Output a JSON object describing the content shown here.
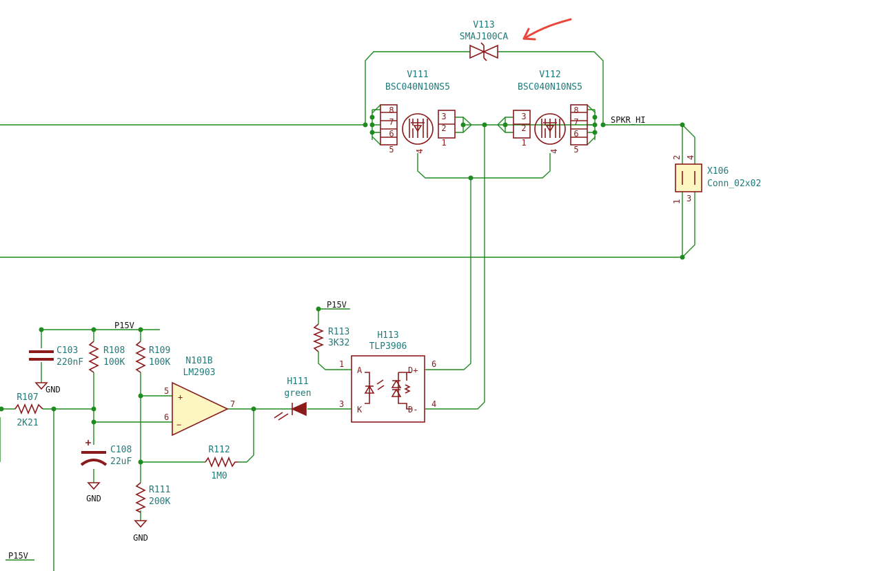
{
  "components": {
    "v113": {
      "ref": "V113",
      "value": "SMAJ100CA"
    },
    "v111": {
      "ref": "V111",
      "value": "BSC040N10NS5"
    },
    "v112": {
      "ref": "V112",
      "value": "BSC040N10NS5"
    },
    "x106": {
      "ref": "X106",
      "value": "Conn_02x02"
    },
    "h113": {
      "ref": "H113",
      "value": "TLP3906"
    },
    "h111": {
      "ref": "H111",
      "value": "green"
    },
    "r113": {
      "ref": "R113",
      "value": "3K32"
    },
    "r107": {
      "ref": "R107",
      "value": "2K21"
    },
    "r108": {
      "ref": "R108",
      "value": "100K"
    },
    "r109": {
      "ref": "R109",
      "value": "100K"
    },
    "r111": {
      "ref": "R111",
      "value": "200K"
    },
    "r112": {
      "ref": "R112",
      "value": "1M0"
    },
    "c103": {
      "ref": "C103",
      "value": "220nF"
    },
    "c108": {
      "ref": "C108",
      "value": "22uF"
    },
    "n101b": {
      "ref": "N101B",
      "value": "LM2903"
    }
  },
  "nets": {
    "spkr_hi": "SPKR_HI",
    "p15v_a": "P15V",
    "p15v_b": "P15V",
    "p15v_c": "P15V",
    "gnd_c103": "GND",
    "gnd_c108": "GND",
    "gnd_r111": "GND"
  },
  "pins": {
    "v111": [
      "8",
      "7",
      "6",
      "5",
      "3",
      "2",
      "1",
      "4"
    ],
    "v112": [
      "3",
      "2",
      "1",
      "8",
      "7",
      "6",
      "5",
      "4"
    ],
    "x106": [
      "2",
      "4",
      "1",
      "3"
    ],
    "h113": [
      "1",
      "3",
      "6",
      "4",
      "A",
      "K",
      "D+",
      "D-"
    ],
    "n101b": [
      "5",
      "6",
      "7",
      "+",
      "−"
    ]
  },
  "annotation": {
    "arrow_color": "#e8473a"
  },
  "colors": {
    "wire": "#1f8a1f",
    "symbol": "#8b1a1a",
    "reference": "#1e7b7b",
    "symbol_fill": "#fdf6c3"
  }
}
